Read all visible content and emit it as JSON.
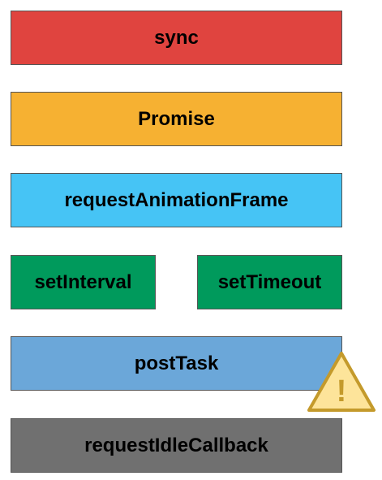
{
  "colors": {
    "sync": "#e0443f",
    "promise": "#f6b132",
    "raf": "#46c4f5",
    "set_interval": "#009a5c",
    "set_timeout": "#009a5c",
    "post_task": "#6ba7d9",
    "request_idle_callback": "#707070",
    "warning_fill": "#fde49a",
    "warning_stroke": "#c49a2b"
  },
  "boxes": {
    "sync": "sync",
    "promise": "Promise",
    "raf": "requestAnimationFrame",
    "set_interval": "setInterval",
    "set_timeout": "setTimeout",
    "post_task": "postTask",
    "request_idle_callback": "requestIdleCallback"
  },
  "warning": {
    "icon": "warning-icon",
    "glyph": "!"
  }
}
